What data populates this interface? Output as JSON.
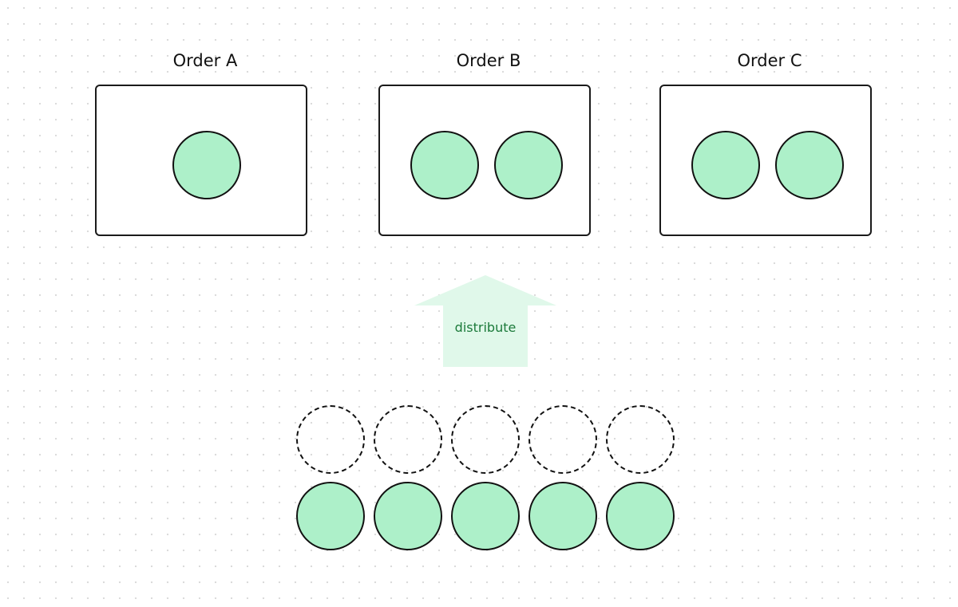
{
  "orders": [
    {
      "label": "Order A",
      "items": 1
    },
    {
      "label": "Order B",
      "items": 2
    },
    {
      "label": "Order C",
      "items": 2
    }
  ],
  "arrow": {
    "label": "distribute",
    "fill": "#e0f8ea",
    "text_color": "#1b7a3a"
  },
  "pool": {
    "columns": 5,
    "rows": [
      "empty-slot",
      "filled"
    ]
  },
  "colors": {
    "token_fill": "#adf0c9",
    "stroke": "#111111"
  }
}
